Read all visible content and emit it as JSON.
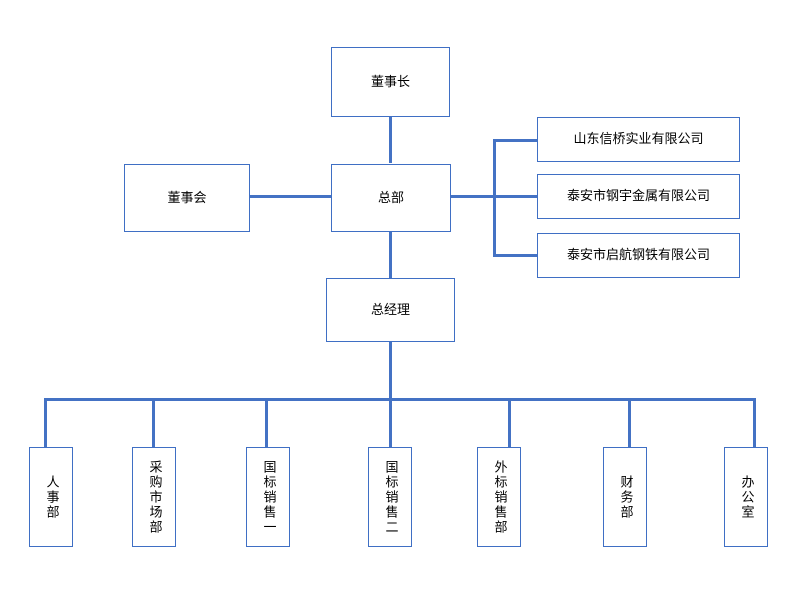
{
  "diagram": {
    "type": "org-chart",
    "title": "",
    "colors": {
      "line": "#4472c4",
      "node_border": "#3f6fc4",
      "node_fill": "#ffffff",
      "text": "#000000"
    },
    "nodes": {
      "chairman": "董事长",
      "board": "董事会",
      "headquarters": "总部",
      "general_manager": "总经理",
      "subsidiary_1": "山东信桥实业有限公司",
      "subsidiary_2": "泰安市钢宇金属有限公司",
      "subsidiary_3": "泰安市启航钢铁有限公司",
      "departments": [
        "人事部",
        "采购市场部",
        "国标销售一",
        "国标销售二",
        "外标销售部",
        "财务部",
        "办公室"
      ]
    }
  }
}
